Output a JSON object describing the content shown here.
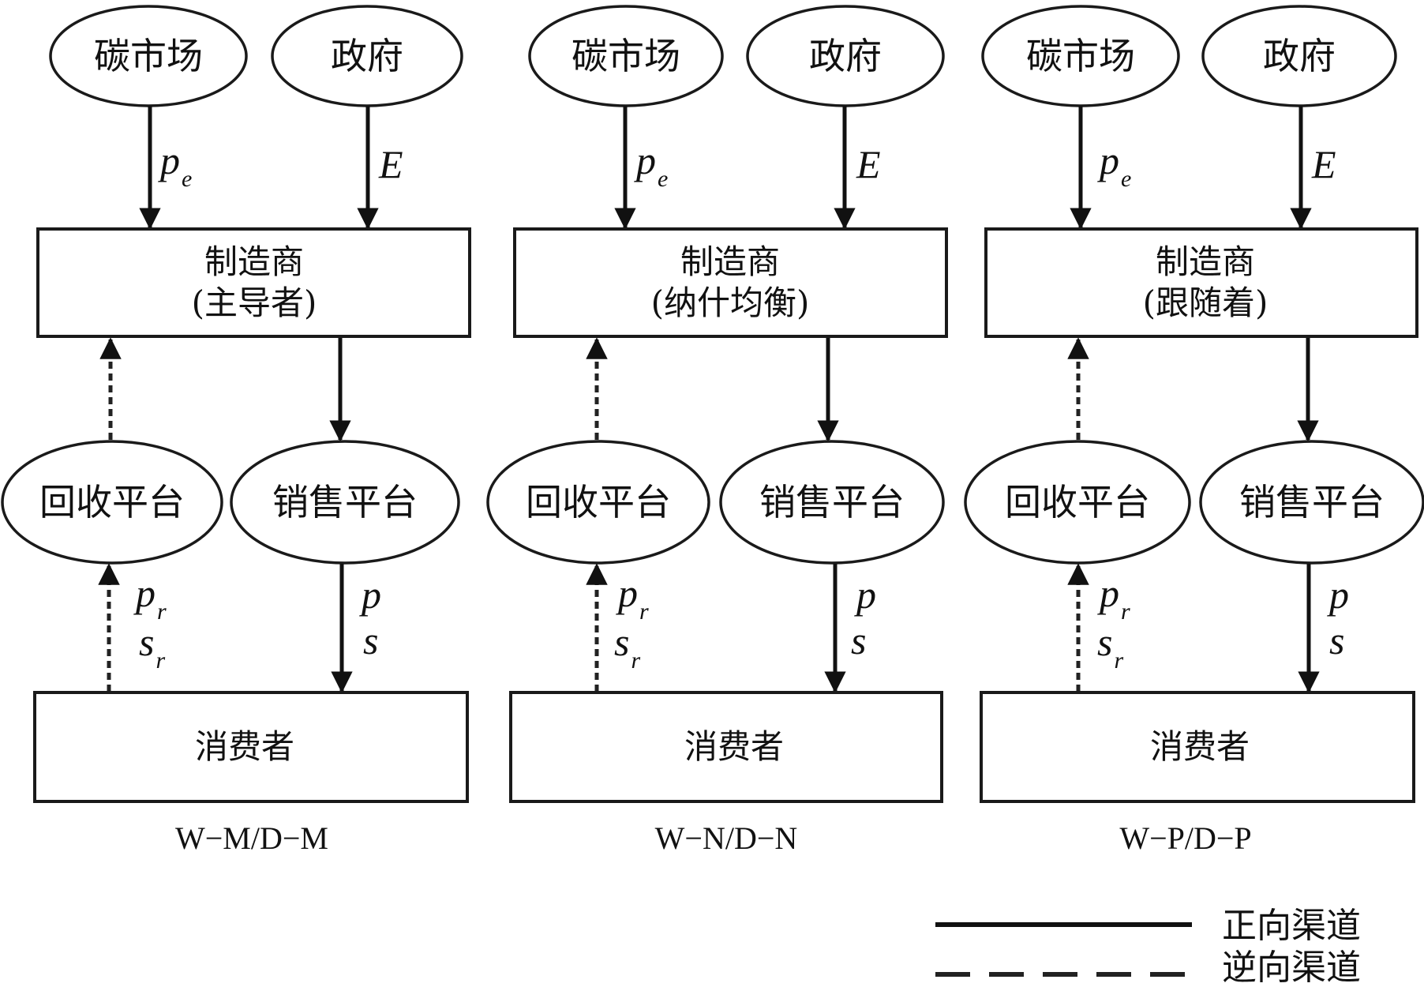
{
  "diagram": {
    "panels": [
      {
        "label": "W−M/D−M",
        "carbon_market": "碳市场",
        "government": "政府",
        "manufacturer": "制造商",
        "manufacturer_role": "(主导者)",
        "recycling_platform": "回收平台",
        "sales_platform": "销售平台",
        "consumer": "消费者",
        "flows": {
          "carbon_price": {
            "main": "p",
            "sub": "e"
          },
          "emission_cap": {
            "main": "E"
          },
          "recycle_price": {
            "main": "p",
            "sub": "r"
          },
          "recycle_service": {
            "main": "s",
            "sub": "r"
          },
          "sale_price": {
            "main": "p"
          },
          "sale_service": {
            "main": "s"
          }
        }
      },
      {
        "label": "W−N/D−N",
        "carbon_market": "碳市场",
        "government": "政府",
        "manufacturer": "制造商",
        "manufacturer_role": "(纳什均衡)",
        "recycling_platform": "回收平台",
        "sales_platform": "销售平台",
        "consumer": "消费者",
        "flows": {
          "carbon_price": {
            "main": "p",
            "sub": "e"
          },
          "emission_cap": {
            "main": "E"
          },
          "recycle_price": {
            "main": "p",
            "sub": "r"
          },
          "recycle_service": {
            "main": "s",
            "sub": "r"
          },
          "sale_price": {
            "main": "p"
          },
          "sale_service": {
            "main": "s"
          }
        }
      },
      {
        "label": "W−P/D−P",
        "carbon_market": "碳市场",
        "government": "政府",
        "manufacturer": "制造商",
        "manufacturer_role": "(跟随着)",
        "recycling_platform": "回收平台",
        "sales_platform": "销售平台",
        "consumer": "消费者",
        "flows": {
          "carbon_price": {
            "main": "p",
            "sub": "e"
          },
          "emission_cap": {
            "main": "E"
          },
          "recycle_price": {
            "main": "p",
            "sub": "r"
          },
          "recycle_service": {
            "main": "s",
            "sub": "r"
          },
          "sale_price": {
            "main": "p"
          },
          "sale_service": {
            "main": "s"
          }
        }
      }
    ],
    "legend": {
      "forward": "正向渠道",
      "reverse": "逆向渠道"
    }
  }
}
